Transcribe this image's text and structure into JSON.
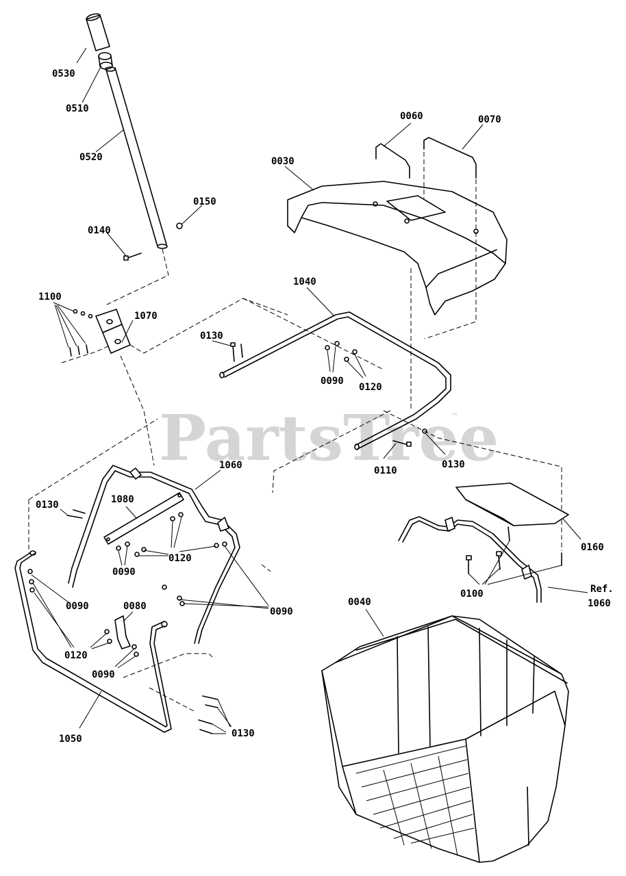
{
  "watermark": {
    "text": "PartsTree",
    "trademark": "™"
  },
  "callouts": {
    "c0530": "0530",
    "c0510": "0510",
    "c0520": "0520",
    "c0150": "0150",
    "c0140": "0140",
    "c1100": "1100",
    "c1070": "1070",
    "c0060": "0060",
    "c0070": "0070",
    "c0030": "0030",
    "c1040": "1040",
    "c0130a": "0130",
    "c0090a": "0090",
    "c0120a": "0120",
    "c0110": "0110",
    "c0130b": "0130",
    "c1060": "1060",
    "c1080": "1080",
    "c0130c": "0130",
    "c0090b": "0090",
    "c0120b": "0120",
    "c0090c": "0090",
    "c0090d": "0090",
    "c0080": "0080",
    "c0120c": "0120",
    "c0090e": "0090",
    "c1050": "1050",
    "c0130d": "0130",
    "c0160": "0160",
    "c0100": "0100",
    "cref": "Ref.",
    "cref1060": "1060",
    "c0040": "0040"
  }
}
